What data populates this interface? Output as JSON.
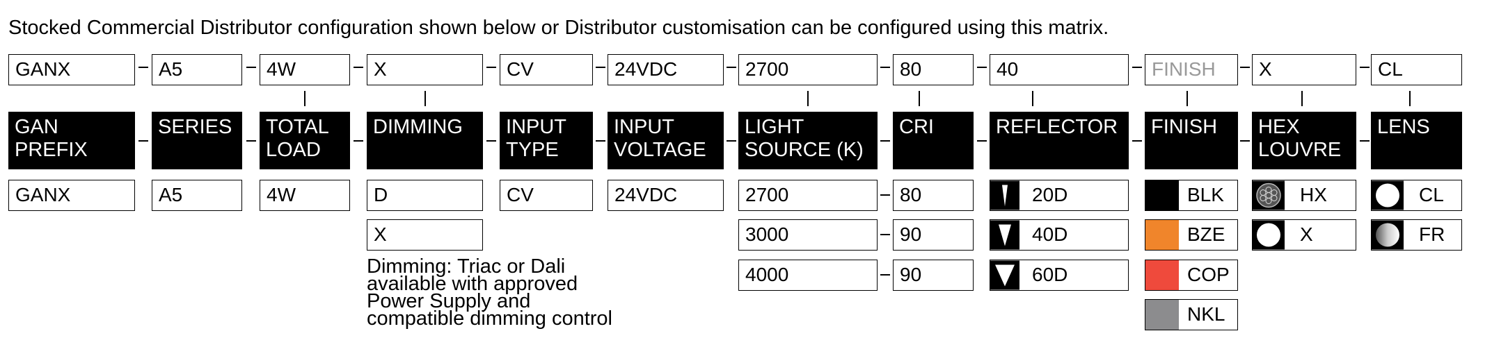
{
  "intro": "Stocked Commercial Distributor configuration shown below or Distributor customisation can be configured using this matrix.",
  "config": [
    "GANX",
    "A5",
    "4W",
    "X",
    "CV",
    "24VDC",
    "2700",
    "80",
    "40",
    "FINISH",
    "X",
    "CL"
  ],
  "headers": [
    "GAN\nPREFIX",
    "SERIES",
    "TOTAL\nLOAD",
    "DIMMING",
    "INPUT\nTYPE",
    "INPUT\nVOLTAGE",
    "LIGHT\nSOURCE (K)",
    "CRI",
    "REFLECTOR",
    "FINISH",
    "HEX\nLOUVRE",
    "LENS"
  ],
  "options": {
    "prefix": [
      "GANX"
    ],
    "series": [
      "A5"
    ],
    "load": [
      "4W"
    ],
    "dimming": [
      "D",
      "X"
    ],
    "input_type": [
      "CV"
    ],
    "input_voltage": [
      "24VDC"
    ],
    "light_source": [
      "2700",
      "3000",
      "4000"
    ],
    "cri": [
      "80",
      "90",
      "90"
    ],
    "reflector": [
      "20D",
      "40D",
      "60D"
    ],
    "finish": [
      "BLK",
      "BZE",
      "COP",
      "NKL"
    ],
    "louvre": [
      "HX",
      "X"
    ],
    "lens": [
      "CL",
      "FR"
    ]
  },
  "finish_colors": {
    "BLK": "#000000",
    "BZE": "#f0852b",
    "COP": "#ef4a3c",
    "NKL": "#8c8c8e"
  },
  "reflector_icons": [
    "narrow-beam-icon",
    "medium-beam-icon",
    "wide-beam-icon"
  ],
  "louvre_icons": [
    "hex-louvre-icon",
    "no-louvre-icon"
  ],
  "lens_icons": [
    "clear-lens-icon",
    "frosted-lens-icon"
  ],
  "dimming_note": "Dimming: Triac or Dali\navailable with approved\nPower Supply and\ncompatible dimming control"
}
